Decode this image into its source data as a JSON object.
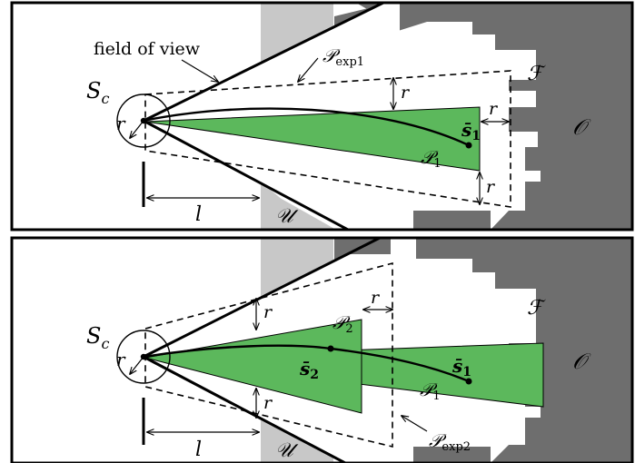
{
  "colors": {
    "unknown_gray": "#c8c8c8",
    "obstacle_gray": "#6e6e6e",
    "polytope_green": "#5cb85c",
    "ink": "#000000"
  },
  "top_panel": {
    "field_of_view_label": "field of view",
    "sensor_label": "S",
    "sensor_sub": "c",
    "radius_r": "r",
    "length_label": "l",
    "unknown_label": "𝒰",
    "free_label": "ℱ",
    "obstacle_label": "𝒪",
    "expanded_label": "𝒫",
    "expanded_sub": "exp1",
    "poly_label": "𝒫",
    "poly_sub": "1",
    "goal_label": "s̄",
    "goal_sub": "1"
  },
  "bottom_panel": {
    "sensor_label": "S",
    "sensor_sub": "c",
    "radius_r": "r",
    "length_label": "l",
    "unknown_label": "𝒰",
    "free_label": "ℱ",
    "obstacle_label": "𝒪",
    "expanded_label": "𝒫",
    "expanded_sub": "exp2",
    "poly1_label": "𝒫",
    "poly1_sub": "1",
    "poly2_label": "𝒫",
    "poly2_sub": "2",
    "goal1_label": "s̄",
    "goal1_sub": "1",
    "goal2_label": "s̄",
    "goal2_sub": "2"
  }
}
